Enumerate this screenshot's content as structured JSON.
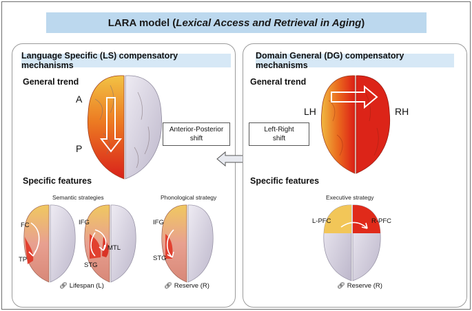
{
  "title": {
    "prefix": "LARA model (",
    "italic": "Lexical Access and Retrieval in Aging",
    "suffix": ")"
  },
  "ls": {
    "header": "Language Specific (LS) compensatory mechanisms",
    "general_trend": "General trend",
    "label_a": "A",
    "label_p": "P",
    "shift_line1": "Anterior-Posterior",
    "shift_line2": "shift",
    "specific_features": "Specific features",
    "semantic_strategies": "Semantic strategies",
    "phonological_strategy": "Phonological strategy",
    "fc": "FC",
    "tp": "TP",
    "ifg1": "IFG",
    "mtl": "MTL",
    "stg1": "STG",
    "ifg2": "IFG",
    "stg2": "STG",
    "lifespan": "Lifespan (L)",
    "reserve": "Reserve (R)"
  },
  "dg": {
    "header": "Domain General (DG) compensatory mechanisms",
    "general_trend": "General trend",
    "label_lh": "LH",
    "label_rh": "RH",
    "shift_line1": "Left-Right",
    "shift_line2": "shift",
    "specific_features": "Specific features",
    "executive_strategy": "Executive strategy",
    "lpfc": "L-PFC",
    "rpfc": "R-PFC",
    "reserve": "Reserve (R)"
  },
  "colors": {
    "title_bg": "#bcd8ee",
    "header_bg": "#d6e8f6",
    "activation_high": "#e0281a",
    "activation_low": "#f0c040",
    "brain_gray": "#d9d5e3"
  }
}
